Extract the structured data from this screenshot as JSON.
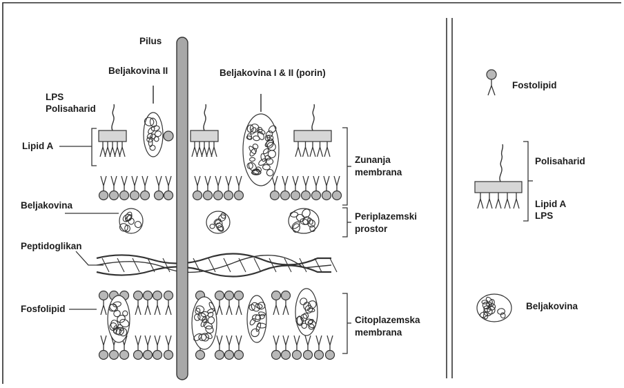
{
  "labels": {
    "pilus": "Pilus",
    "beljakovina_ii": "Beljakovina II",
    "beljakovina_i_ii_porin": "Beljakovina I & II (porin)",
    "lps_line1": "LPS",
    "lps_line2": "Polisaharid",
    "lipid_a": "Lipid A",
    "beljakovina": "Beljakovina",
    "peptidoglikan": "Peptidoglikan",
    "fosfolipid": "Fosfolipid",
    "zunanja_line1": "Zunanja",
    "zunanja_line2": "membrana",
    "periplazemski_line1": "Periplazemski",
    "periplazemski_line2": "prostor",
    "citoplazemska_line1": "Citoplazemska",
    "citoplazemska_line2": "membrana"
  },
  "legend": {
    "fosfolipid": "Fostolipid",
    "polisaharid": "Polisaharid",
    "lipid_a": "Lipid A",
    "lps": "LPS",
    "beljakovina": "Beljakovina"
  },
  "colors": {
    "stroke": "#333333",
    "fill_gray": "#b8b8b8",
    "pilus_fill": "#a8a8a8",
    "box_fill": "#d6d6d6",
    "background": "#ffffff"
  }
}
